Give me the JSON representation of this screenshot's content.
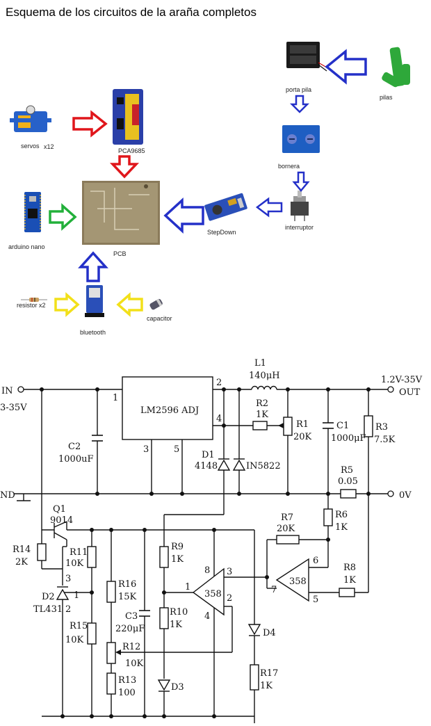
{
  "title": "Esquema de los circuitos de la araña completos",
  "blocks": {
    "porta_pila": "porta pila",
    "pilas": "pilas",
    "servos": "servos",
    "servos_qty": "x12",
    "pca": "PCA9685",
    "bornera": "bornera",
    "arduino": "arduino nano",
    "pcb": "PCB",
    "stepdown": "StepDown",
    "interruptor": "interruptor",
    "resistor": "resistor x2",
    "bluetooth": "bluetooth",
    "capacitor": "capacitor"
  },
  "arrow_colors": {
    "red": "#e0161b",
    "blue": "#2430c8",
    "green": "#22b03a",
    "yellow": "#f2e01a"
  },
  "schematic": {
    "in_label": "IN",
    "in_range": "3-35V",
    "out_range": "1.2V-35V",
    "out_label": "OUT",
    "gnd_label": "ND",
    "zero_v": "0V",
    "ic_name": "LM2596 ADJ",
    "pin1": "1",
    "pin2": "2",
    "pin3": "3",
    "pin4": "4",
    "pin5": "5",
    "L1": "L1",
    "L1_val": "140μH",
    "R2": "R2",
    "R2_val": "1K",
    "R1": "R1",
    "R1_val": "20K",
    "C1": "C1",
    "C1_val": "1000μF",
    "R3": "R3",
    "R3_val": "7.5K",
    "C2": "C2",
    "C2_val": "1000uF",
    "D1": "D1",
    "D1_val": "4148",
    "D_sch": "IN5822",
    "R5": "R5",
    "R5_val": "0.05",
    "Q1": "Q1",
    "Q1_val": "9014",
    "R6": "R6",
    "R6_val": "1K",
    "R7": "R7",
    "R7_val": "20K",
    "R14": "R14",
    "R14_val": "2K",
    "R11": "R11",
    "R11_val": "10K",
    "R9": "R9",
    "R9_val": "1K",
    "D2": "D2",
    "D2_val": "TL431",
    "R16": "R16",
    "R16_val": "15K",
    "C3": "C3",
    "C3_val": "220μF",
    "R10": "R10",
    "R10_val": "1K",
    "R15": "R15",
    "R15_val": "10K",
    "R12": "R12",
    "R12_val": "10K",
    "R13": "R13",
    "R13_val": "100",
    "D3": "D3",
    "D4": "D4",
    "R17": "R17",
    "R17_val": "1K",
    "R8": "R8",
    "R8_val": "1K",
    "opamp": "358",
    "op_p8": "8",
    "op_p3": "3",
    "op_p1": "1",
    "op_p2": "2",
    "op_p4": "4",
    "op_p6": "6",
    "op_p7": "7",
    "op_p5": "5",
    "d2_p3": "3",
    "d2_p1": "1",
    "d2_p2": "2"
  }
}
